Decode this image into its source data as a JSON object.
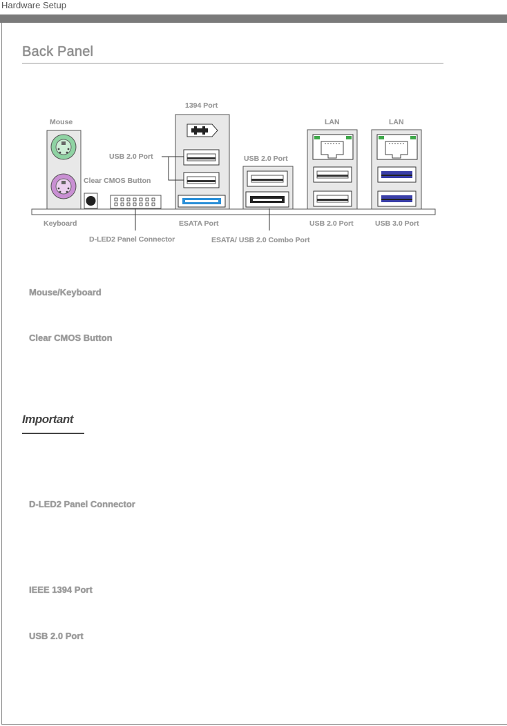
{
  "header": {
    "title": "Hardware Setup"
  },
  "section": {
    "title": "Back Panel"
  },
  "diagram": {
    "labels": {
      "mouse": "Mouse",
      "keyboard": "Keyboard",
      "clear_cmos": "Clear CMOS Button",
      "dled2": "D-LED2 Panel Connector",
      "port1394": "1394 Port",
      "usb20_left": "USB 2.0 Port",
      "esata": "ESATA Port",
      "usb20_mid": "USB 2.0 Port",
      "combo": "ESATA/ USB 2.0 Combo Port",
      "lan1": "LAN",
      "lan2": "LAN",
      "usb20_right": "USB 2.0 Port",
      "usb30": "USB 3.0 Port"
    },
    "colors": {
      "mouse_port": "#8fd3a3",
      "keyboard_port": "#c98fd3",
      "esata_port": "#2a8fd8",
      "usb3_port": "#3a3fa8",
      "lan_led": "#3fa84a"
    }
  },
  "subsections": {
    "mouse_keyboard": "Mouse/Keyboard",
    "clear_cmos": "Clear CMOS Button",
    "important": "Important",
    "dled2": "D-LED2 Panel Connector",
    "ieee1394": "IEEE 1394 Port",
    "usb20": "USB 2.0 Port"
  }
}
